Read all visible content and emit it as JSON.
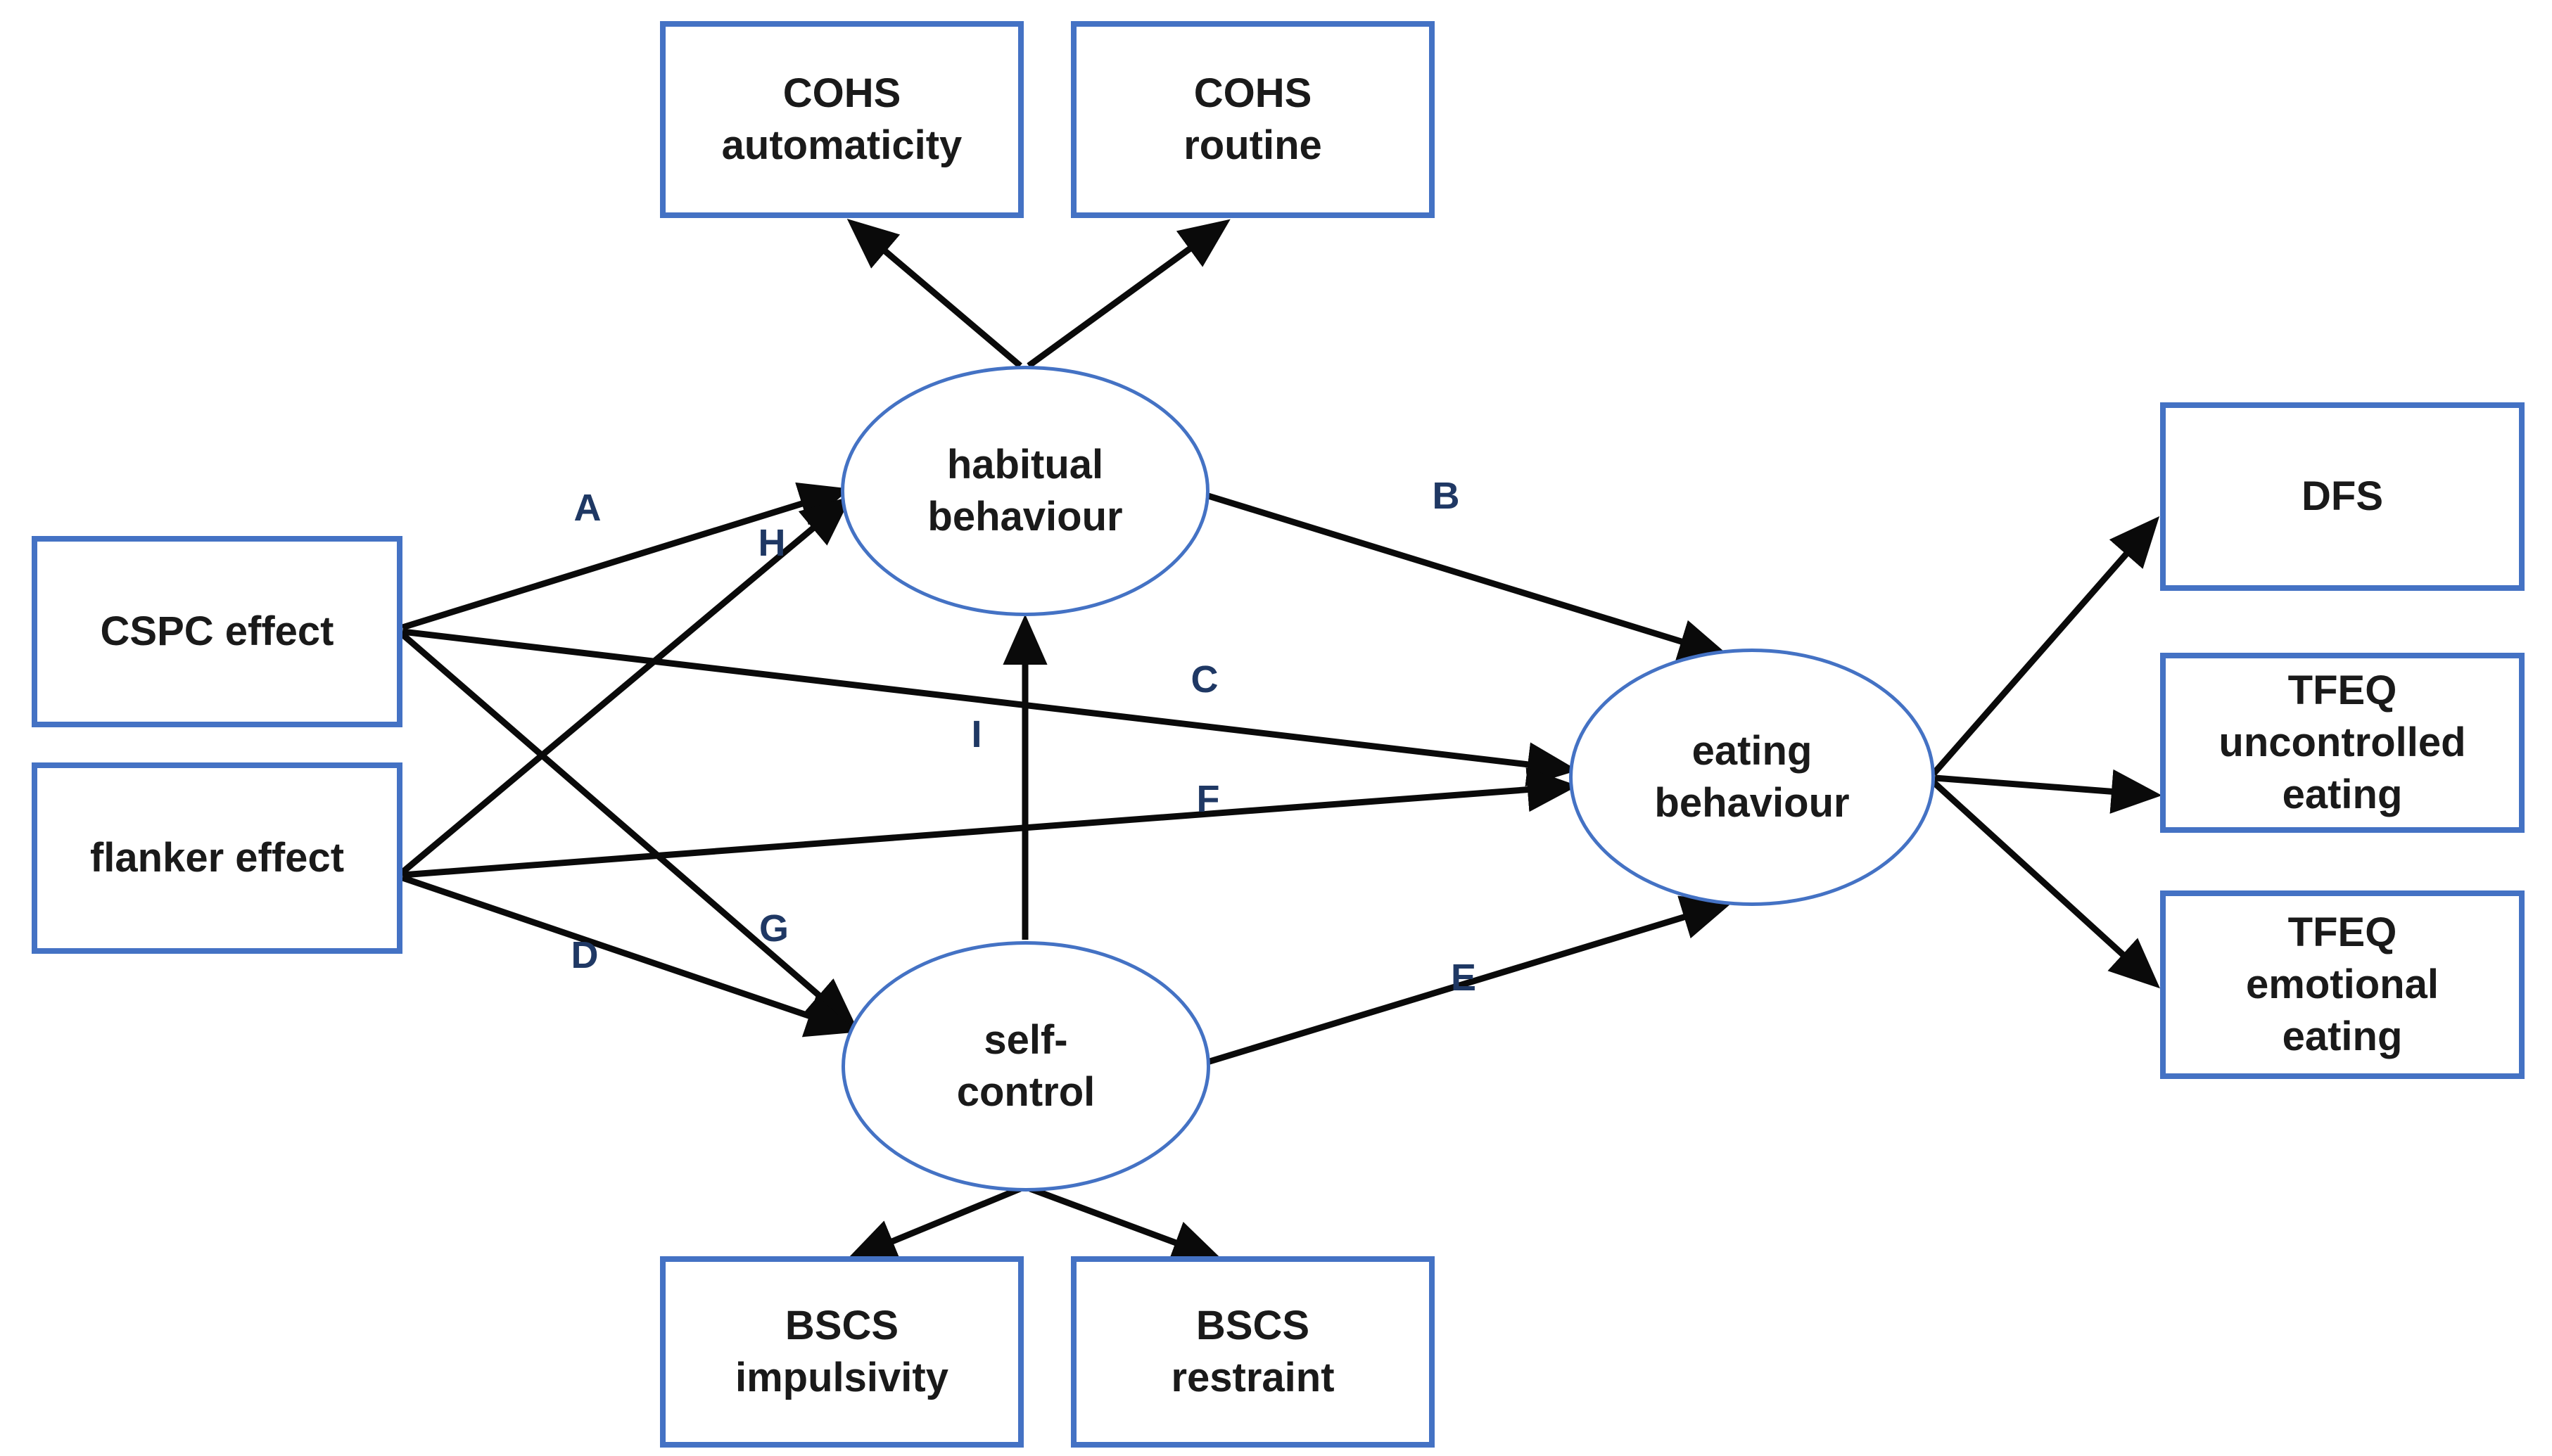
{
  "diagram": {
    "colors": {
      "node_border_blue": "#4472C4",
      "node_text": "#1a1a1a",
      "path_label_navy": "#1F3864",
      "arrow_black": "#0a0a0a",
      "background": "#ffffff"
    },
    "nodes": {
      "cohs_automaticity": {
        "label": "COHS\nautomaticity",
        "shape": "rectangle"
      },
      "cohs_routine": {
        "label": "COHS\nroutine",
        "shape": "rectangle"
      },
      "cspc_effect": {
        "label": "CSPC effect",
        "shape": "rectangle"
      },
      "flanker_effect": {
        "label": "flanker effect",
        "shape": "rectangle"
      },
      "habitual_behaviour": {
        "label": "habitual\nbehaviour",
        "shape": "ellipse"
      },
      "self_control": {
        "label": "self-\ncontrol",
        "shape": "ellipse"
      },
      "eating_behaviour": {
        "label": "eating\nbehaviour",
        "shape": "ellipse"
      },
      "dfs": {
        "label": "DFS",
        "shape": "rectangle"
      },
      "tfeq_uncontrolled": {
        "label": "TFEQ\nuncontrolled\neating",
        "shape": "rectangle"
      },
      "tfeq_emotional": {
        "label": "TFEQ\nemotional\neating",
        "shape": "rectangle"
      },
      "bscs_impulsivity": {
        "label": "BSCS\nimpulsivity",
        "shape": "rectangle"
      },
      "bscs_restraint": {
        "label": "BSCS\nrestraint",
        "shape": "rectangle"
      }
    },
    "paths": [
      {
        "label": "A",
        "from": "cspc_effect",
        "to": "habitual_behaviour"
      },
      {
        "label": "B",
        "from": "habitual_behaviour",
        "to": "eating_behaviour"
      },
      {
        "label": "C",
        "from": "cspc_effect",
        "to": "eating_behaviour"
      },
      {
        "label": "D",
        "from": "flanker_effect",
        "to": "self_control"
      },
      {
        "label": "E",
        "from": "self_control",
        "to": "eating_behaviour"
      },
      {
        "label": "F",
        "from": "flanker_effect",
        "to": "eating_behaviour"
      },
      {
        "label": "G",
        "from": "cspc_effect",
        "to": "self_control"
      },
      {
        "label": "H",
        "from": "flanker_effect",
        "to": "habitual_behaviour"
      },
      {
        "label": "I",
        "from": "self_control",
        "to": "habitual_behaviour"
      },
      {
        "label": "",
        "from": "habitual_behaviour",
        "to": "cohs_automaticity"
      },
      {
        "label": "",
        "from": "habitual_behaviour",
        "to": "cohs_routine"
      },
      {
        "label": "",
        "from": "self_control",
        "to": "bscs_impulsivity"
      },
      {
        "label": "",
        "from": "self_control",
        "to": "bscs_restraint"
      },
      {
        "label": "",
        "from": "eating_behaviour",
        "to": "dfs"
      },
      {
        "label": "",
        "from": "eating_behaviour",
        "to": "tfeq_uncontrolled"
      },
      {
        "label": "",
        "from": "eating_behaviour",
        "to": "tfeq_emotional"
      }
    ]
  }
}
